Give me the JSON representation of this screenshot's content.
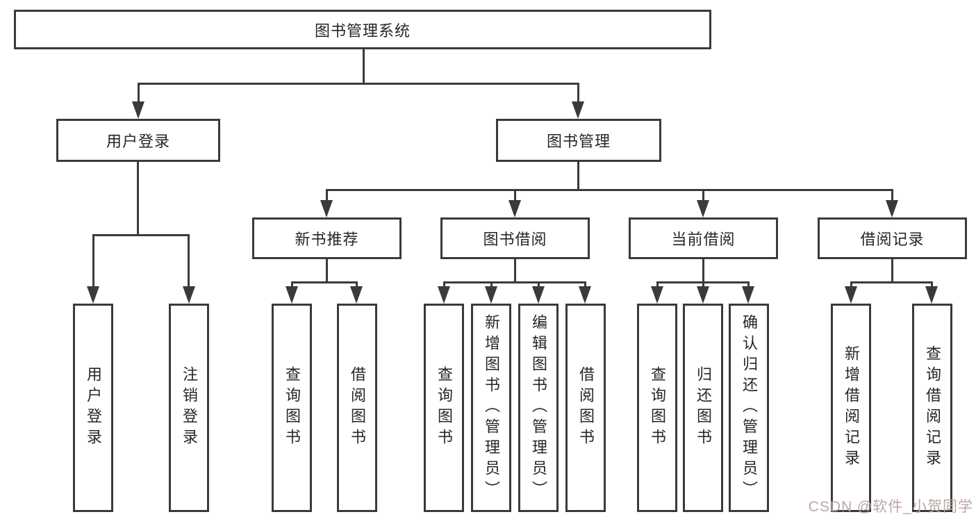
{
  "diagram": {
    "title": "图书管理系统",
    "colors": {
      "line": "#3a3a3a",
      "text": "#262626",
      "background": "#ffffff",
      "watermark": "#bda5a5"
    },
    "root": {
      "label": "图书管理系统"
    },
    "branches": [
      {
        "label": "用户登录",
        "children": [
          {
            "label": "用户登录"
          },
          {
            "label": "注销登录"
          }
        ]
      },
      {
        "label": "图书管理",
        "children": [
          {
            "label": "新书推荐",
            "children": [
              {
                "label": "查询图书"
              },
              {
                "label": "借阅图书"
              }
            ]
          },
          {
            "label": "图书借阅",
            "children": [
              {
                "label": "查询图书"
              },
              {
                "label": "新增图书（管理员）"
              },
              {
                "label": "编辑图书（管理员）"
              },
              {
                "label": "借阅图书"
              }
            ]
          },
          {
            "label": "当前借阅",
            "children": [
              {
                "label": "查询图书"
              },
              {
                "label": "归还图书"
              },
              {
                "label": "确认归还（管理员）"
              }
            ]
          },
          {
            "label": "借阅记录",
            "children": [
              {
                "label": "新增借阅记录"
              },
              {
                "label": "查询借阅记录"
              }
            ]
          }
        ]
      }
    ],
    "watermark": "CSDN @软件_小贺同学"
  }
}
